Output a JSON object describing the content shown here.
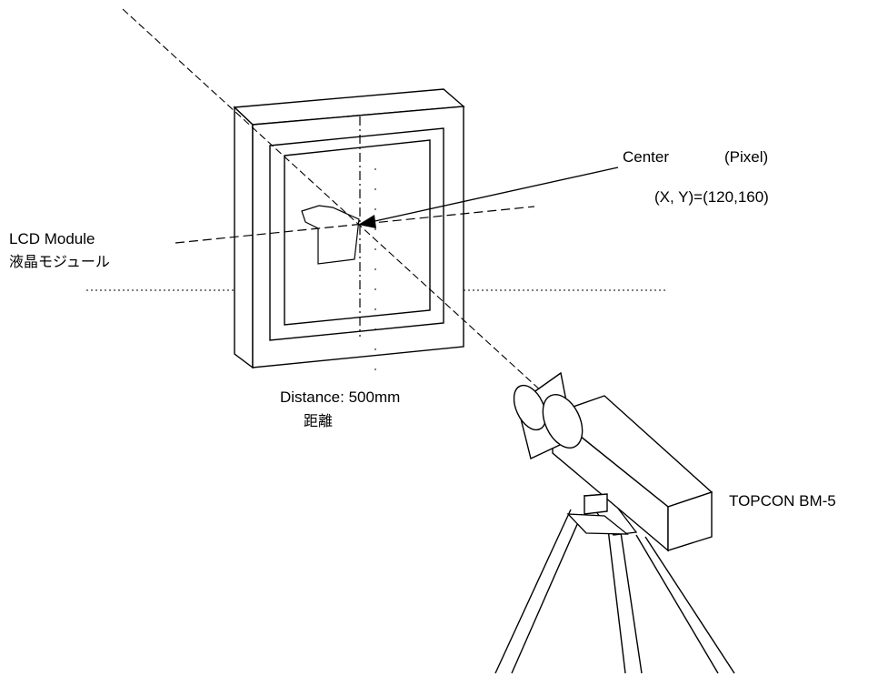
{
  "labels": {
    "center": "Center",
    "pixel": "(Pixel)",
    "coordinates": "(X, Y)=(120,160)",
    "lcd_module": "LCD Module",
    "lcd_module_jp": "液晶モジュール",
    "distance": "Distance: 500mm",
    "distance_jp": "距離",
    "instrument": "TOPCON BM-5"
  },
  "colors": {
    "stroke": "#000000",
    "background": "#ffffff"
  }
}
